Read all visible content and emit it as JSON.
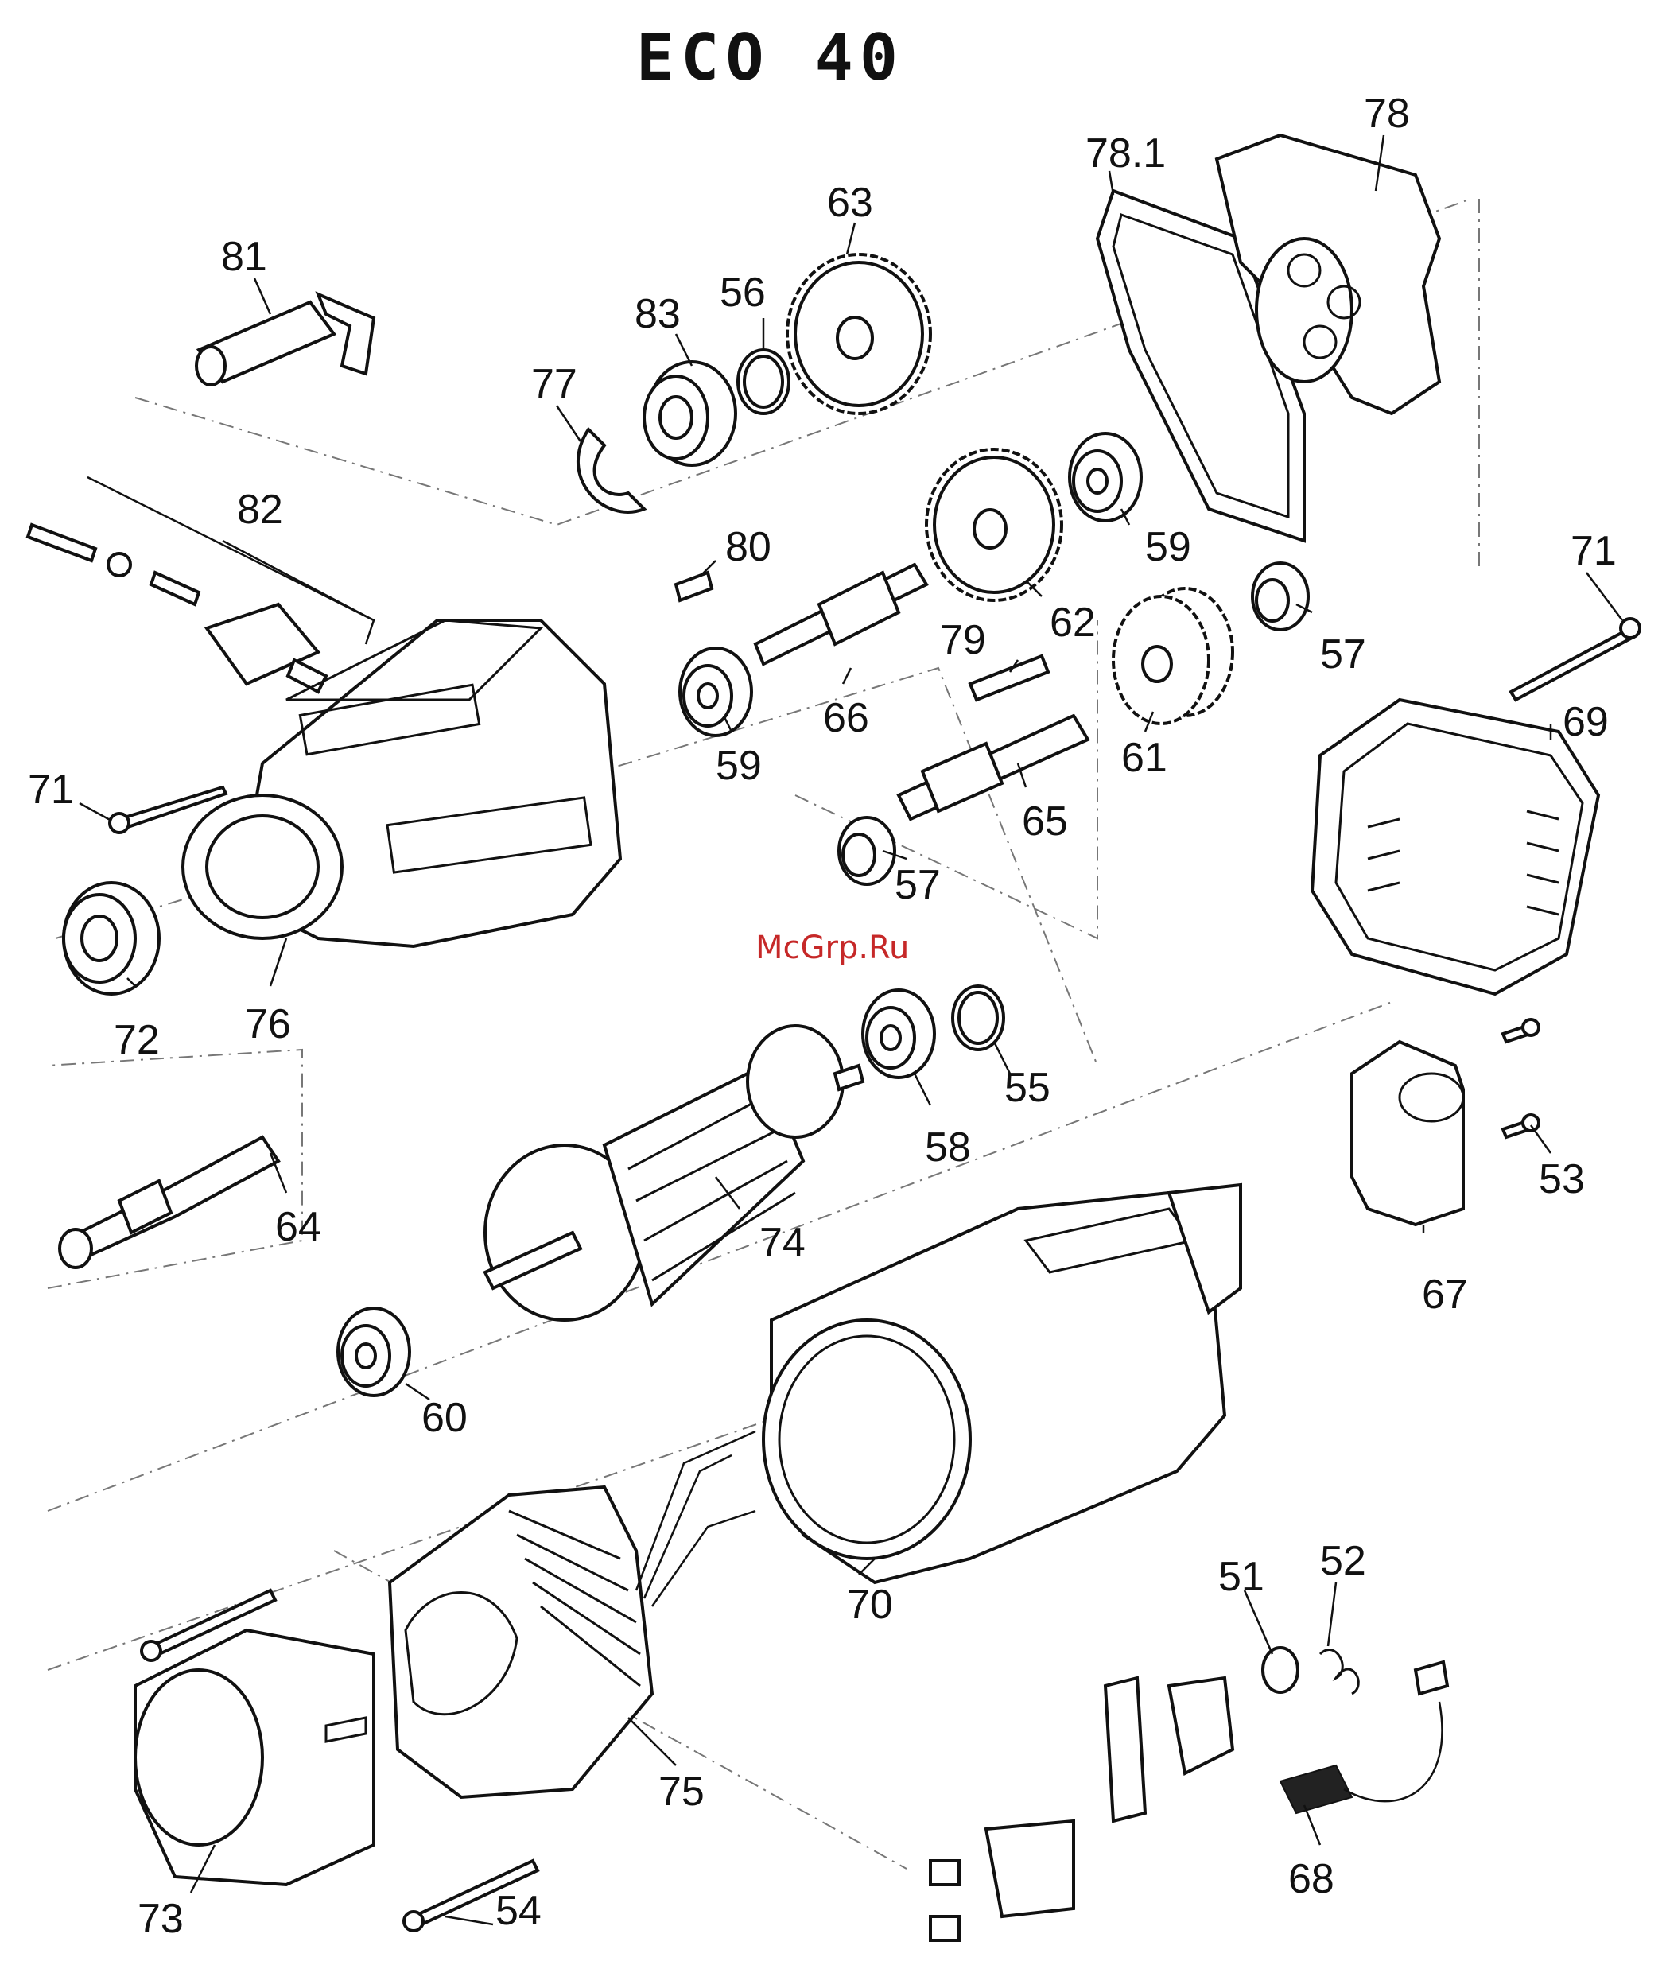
{
  "title": "ECO 40",
  "watermark": "McGrp.Ru",
  "labels": {
    "p81": "81",
    "p83": "83",
    "p56": "56",
    "p63": "63",
    "p78_1": "78.1",
    "p78": "78",
    "p77": "77",
    "p82": "82",
    "p80": "80",
    "p59a": "59",
    "p62": "62",
    "p71a": "71",
    "p79": "79",
    "p57a": "57",
    "p66": "66",
    "p59b": "59",
    "p61": "61",
    "p69": "69",
    "p71b": "71",
    "p65": "65",
    "p57b": "57",
    "p72": "72",
    "p76": "76",
    "p55": "55",
    "p58": "58",
    "p53": "53",
    "p74": "74",
    "p64": "64",
    "p67": "67",
    "p60": "60",
    "p70": "70",
    "p51": "51",
    "p52": "52",
    "p75": "75",
    "p73": "73",
    "p54": "54",
    "p68": "68"
  },
  "colors": {
    "ink": "#111111",
    "watermark": "#c62828",
    "background": "#ffffff"
  }
}
